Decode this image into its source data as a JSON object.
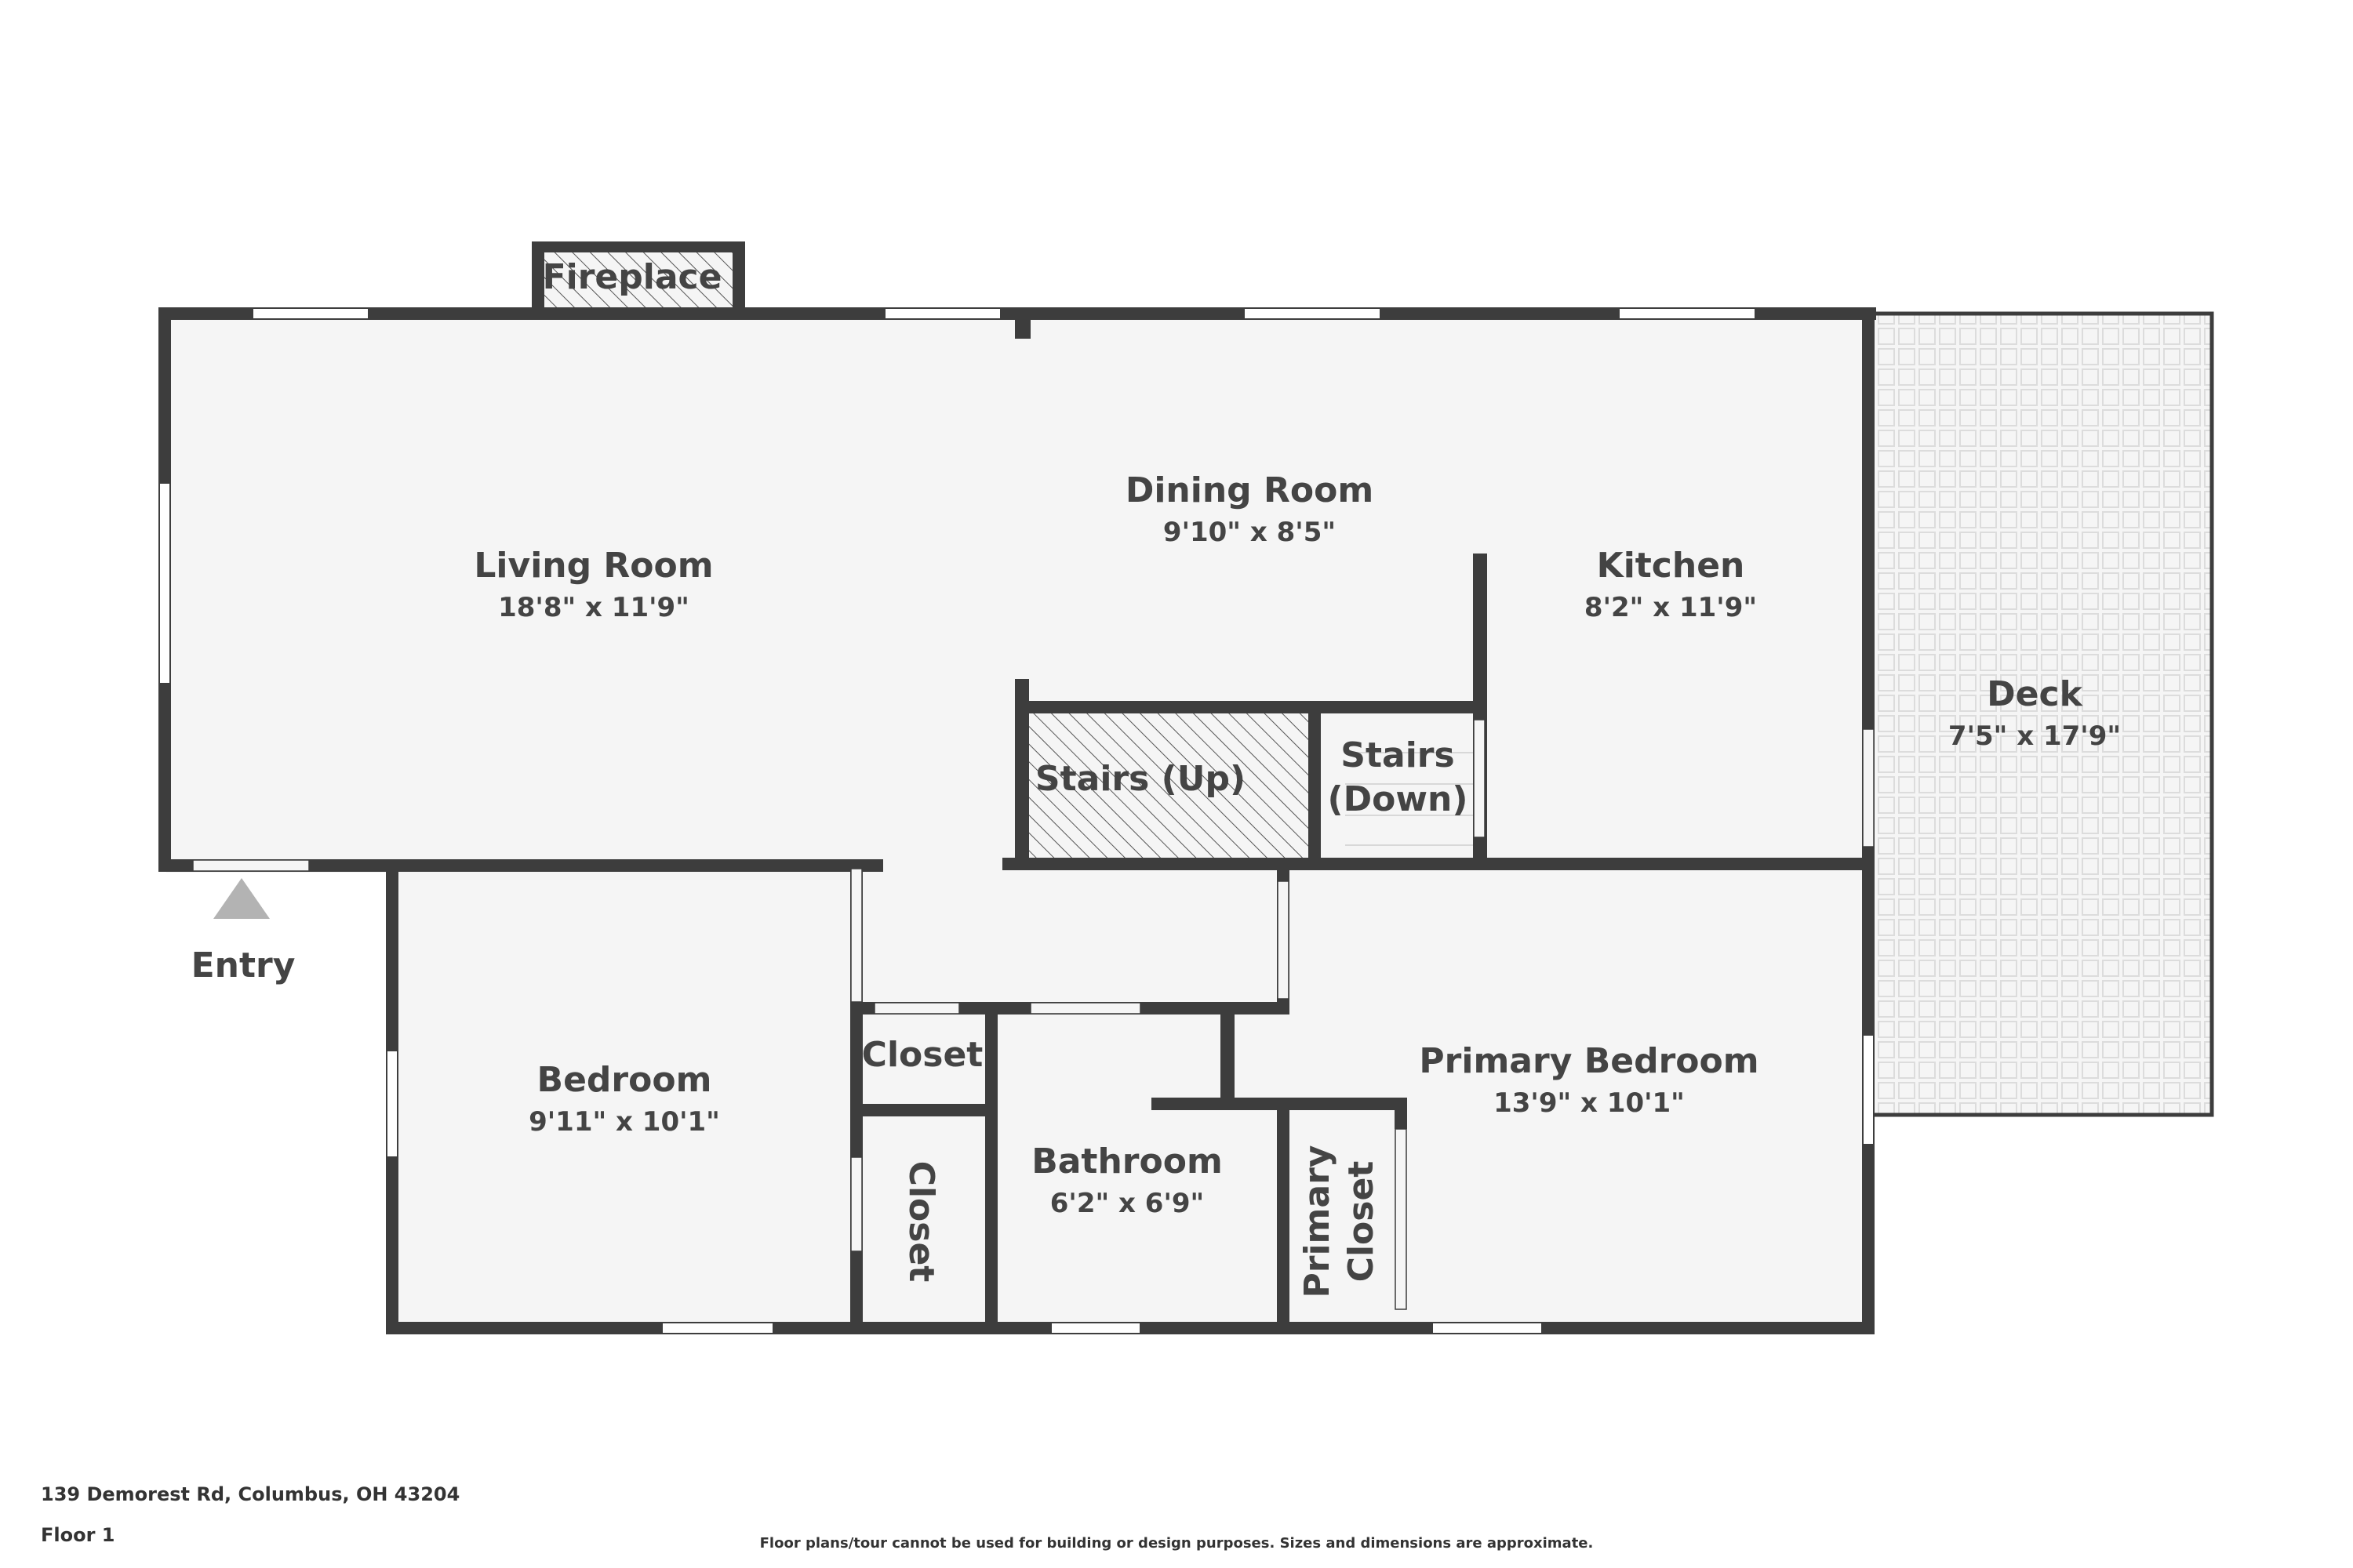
{
  "rooms": {
    "living": {
      "name": "Living Room",
      "dims": "18'8\" x 11'9\""
    },
    "dining": {
      "name": "Dining Room",
      "dims": "9'10\" x 8'5\""
    },
    "kitchen": {
      "name": "Kitchen",
      "dims": "8'2\" x 11'9\""
    },
    "deck": {
      "name": "Deck",
      "dims": "7'5\" x 17'9\""
    },
    "stairs_up": {
      "name": "Stairs (Up)"
    },
    "stairs_down": {
      "line1": "Stairs",
      "line2": "(Down)"
    },
    "bedroom": {
      "name": "Bedroom",
      "dims": "9'11\" x 10'1\""
    },
    "closet_small": {
      "name": "Closet"
    },
    "closet_tall": {
      "name": "Closet"
    },
    "bathroom": {
      "name": "Bathroom",
      "dims": "6'2\" x 6'9\""
    },
    "primary_closet": {
      "line1": "Primary",
      "line2": "Closet"
    },
    "primary_bedroom": {
      "name": "Primary Bedroom",
      "dims": "13'9\" x 10'1\""
    }
  },
  "fireplace": {
    "label": "Fireplace"
  },
  "entry": {
    "label": "Entry"
  },
  "footer": {
    "address": "139 Demorest Rd, Columbus, OH 43204",
    "floor": "Floor 1",
    "disclaimer": "Floor plans/tour cannot be used for building or design purposes. Sizes and dimensions are approximate."
  },
  "colors": {
    "wall": "#3d3d3d",
    "floor": "#f5f5f5",
    "text": "#444444",
    "entry_marker": "#b3b3b3"
  }
}
